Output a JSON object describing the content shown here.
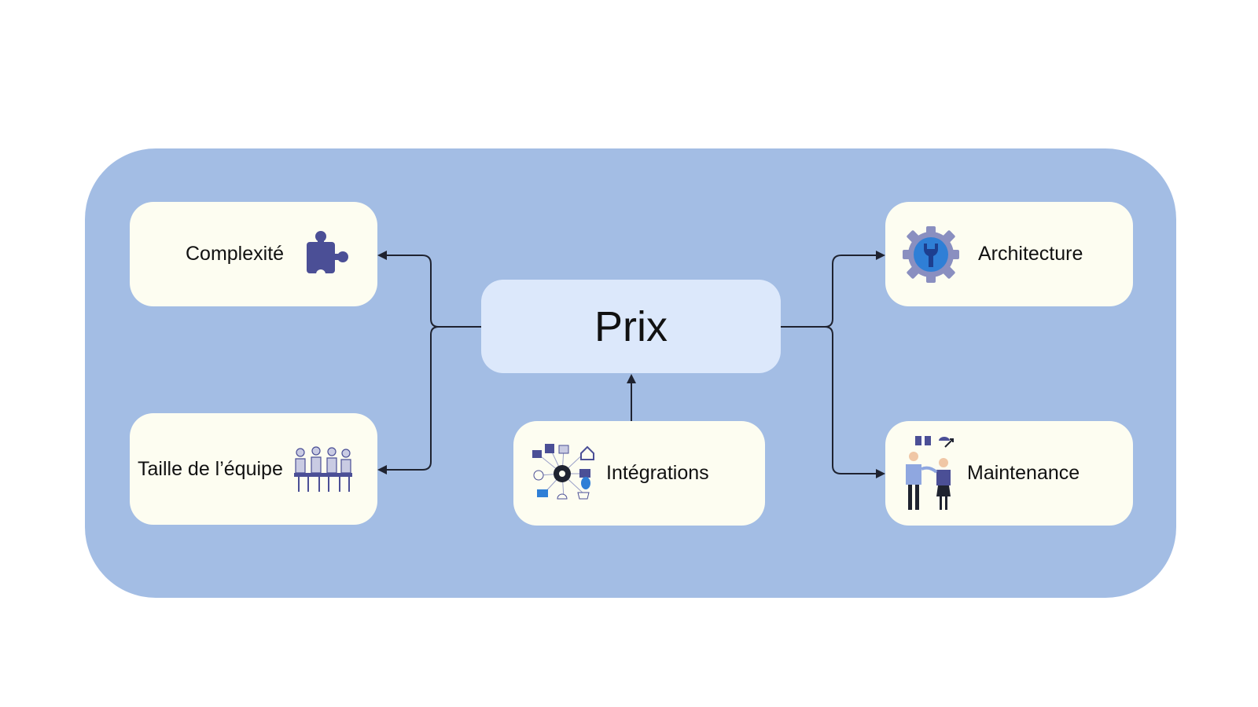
{
  "colors": {
    "panel": "#a3bde4",
    "card": "#fdfdf1",
    "center": "#dce8fb",
    "line": "#1f2330",
    "accent_purple": "#4b4f96",
    "accent_blue": "#2f7fd6"
  },
  "center": {
    "label": "Prix"
  },
  "nodes": {
    "complexite": {
      "label": "Complexité",
      "icon": "puzzle-piece-icon"
    },
    "taille": {
      "label": "Taille de l’équipe",
      "icon": "team-meeting-icon"
    },
    "architecture": {
      "label": "Architecture",
      "icon": "gear-wrench-icon"
    },
    "maintenance": {
      "label": "Maintenance",
      "icon": "maintenance-people-icon"
    },
    "integrations": {
      "label": "Intégrations",
      "icon": "integrations-network-icon"
    }
  }
}
